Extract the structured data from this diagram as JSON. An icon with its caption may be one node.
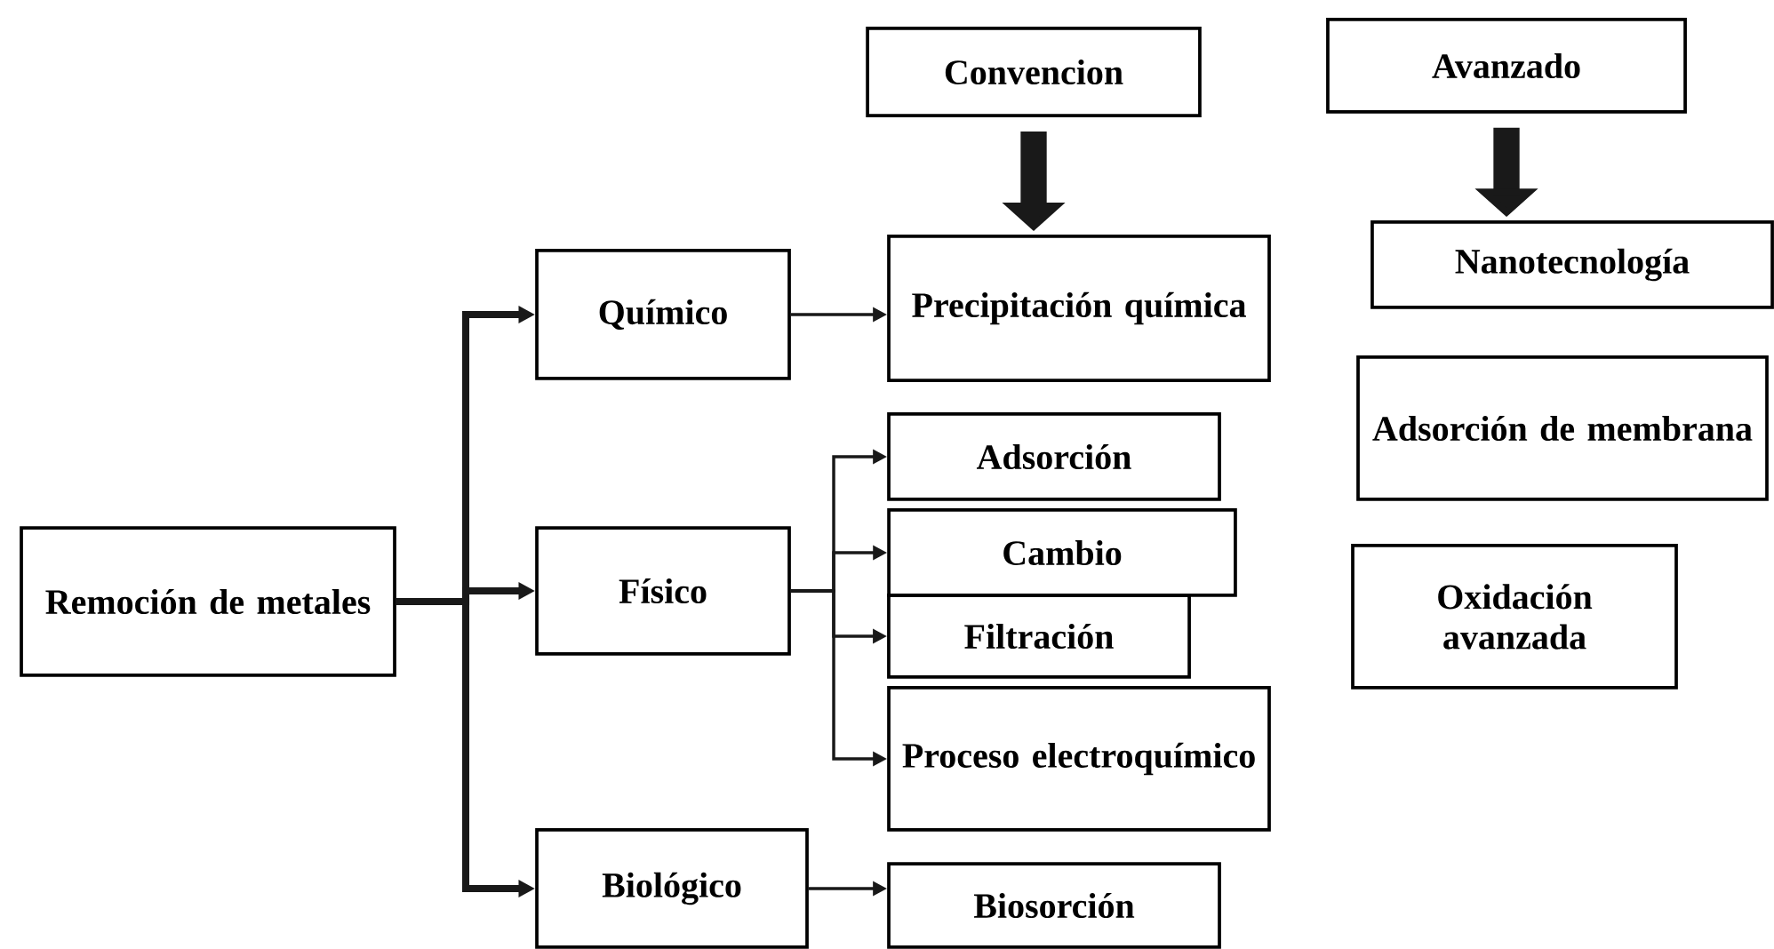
{
  "diagram": {
    "nodes": [
      {
        "text": [
          "Remoción de metales"
        ]
      },
      {
        "text": [
          "Químico"
        ]
      },
      {
        "text": [
          "Físico"
        ]
      },
      {
        "text": [
          "Biológico"
        ]
      },
      {
        "text": [
          "Convencion"
        ]
      },
      {
        "text": [
          "Precipitación química"
        ]
      },
      {
        "text": [
          "Adsorción"
        ]
      },
      {
        "text": [
          "Cambio"
        ]
      },
      {
        "text": [
          "Filtración"
        ]
      },
      {
        "text": [
          "Proceso electroquímico"
        ]
      },
      {
        "text": [
          "Biosorción"
        ]
      },
      {
        "text": [
          "Avanzado"
        ]
      },
      {
        "text": [
          "Nanotecnología"
        ]
      },
      {
        "text": [
          "Adsorción de membrana"
        ]
      },
      {
        "text": [
          "Oxidación avanzada"
        ]
      }
    ],
    "edges": [
      {
        "from": 0,
        "to": 1,
        "arrow": "to",
        "style": "thick"
      },
      {
        "from": 0,
        "to": 2,
        "arrow": "to",
        "style": "thick"
      },
      {
        "from": 0,
        "to": 3,
        "arrow": "to",
        "style": "thick"
      },
      {
        "from": 1,
        "to": 5,
        "arrow": "to"
      },
      {
        "from": 2,
        "to": 6,
        "arrow": "to"
      },
      {
        "from": 2,
        "to": 7,
        "arrow": "to"
      },
      {
        "from": 2,
        "to": 8,
        "arrow": "to"
      },
      {
        "from": 2,
        "to": 9,
        "arrow": "to"
      },
      {
        "from": 3,
        "to": 10,
        "arrow": "to"
      },
      {
        "from": 4,
        "to": 5,
        "arrow": "to",
        "style": "thick"
      },
      {
        "from": 11,
        "to": 12,
        "arrow": "to",
        "style": "thick"
      }
    ]
  }
}
